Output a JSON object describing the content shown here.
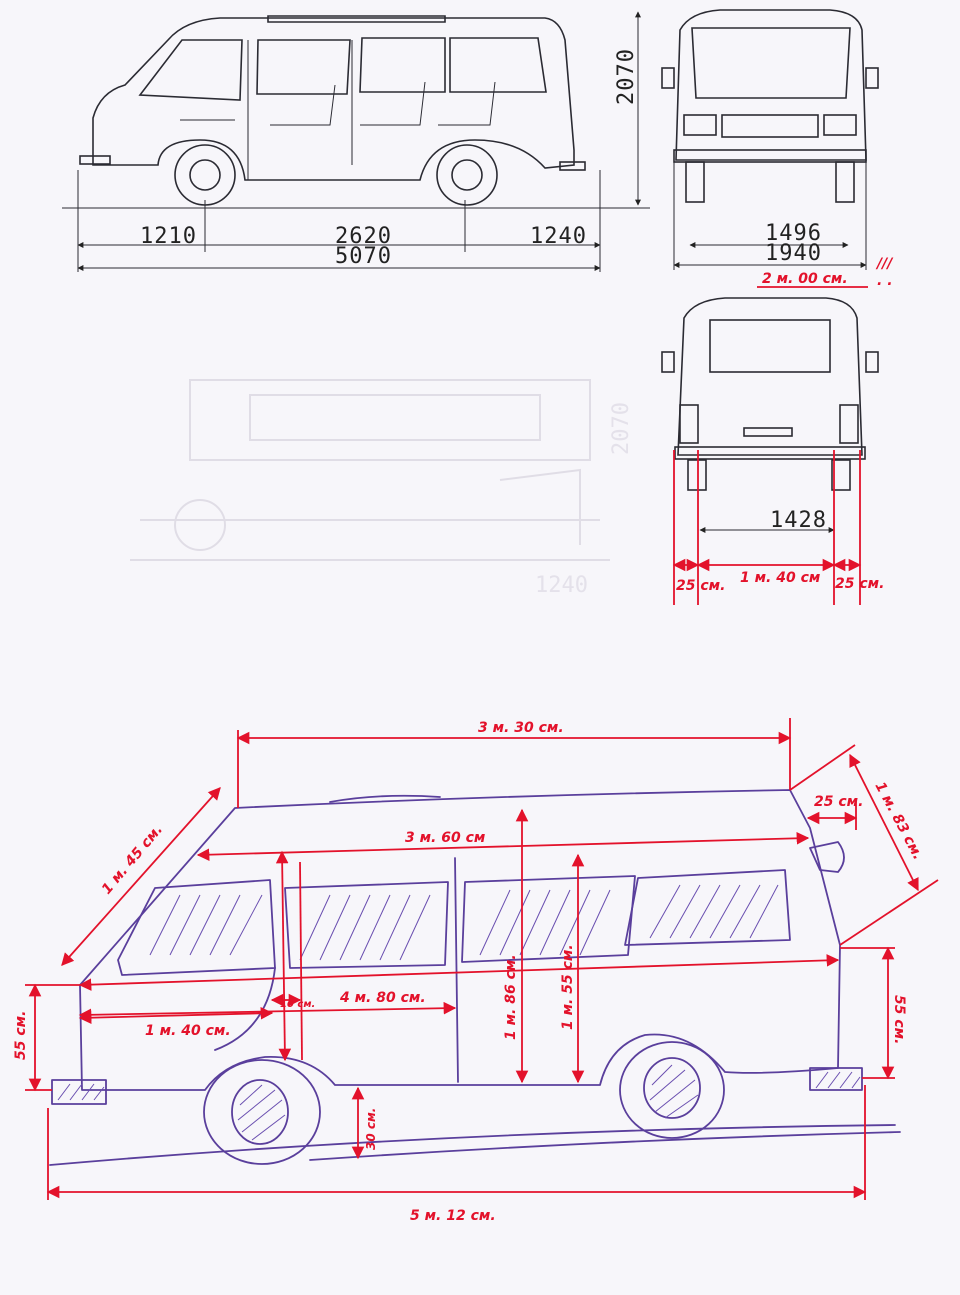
{
  "blueprint": {
    "side_view": {
      "height_label": "2070",
      "front_overhang_label": "1210",
      "wheelbase_label": "2620",
      "rear_overhang_label": "1240",
      "overall_length_label": "5070"
    },
    "front_view": {
      "track_label": "1496",
      "width_label": "1940",
      "handwritten_width": "2 м. 00 см.",
      "handwritten_mark": "///"
    },
    "rear_view": {
      "rear_track_label": "1428",
      "handwritten_left": "25 см.",
      "handwritten_center": "1 м. 40 см",
      "handwritten_right": "25 см."
    },
    "ghost_text": {
      "faded_height": "2070",
      "faded_overhang": "1240"
    }
  },
  "sketch": {
    "roof_length": "3 м. 30 см.",
    "windshield_slope": "1 м. 45 см.",
    "upper_length": "3 м. 60 см",
    "rear_top_offset": "25 см.",
    "rear_slope": "1 м. 83 см.",
    "door_gap": "10 см.",
    "front_section": "1 м. 40 см.",
    "body_length": "4 м. 80 см.",
    "interior_height_front": "1 м. 86 см.",
    "interior_height_rear": "1 м. 55 см.",
    "front_bumper_height": "55 см.",
    "rear_bumper_height": "55 см.",
    "wheel_arch_height": "30 см.",
    "total_length": "5 м. 12 см."
  }
}
